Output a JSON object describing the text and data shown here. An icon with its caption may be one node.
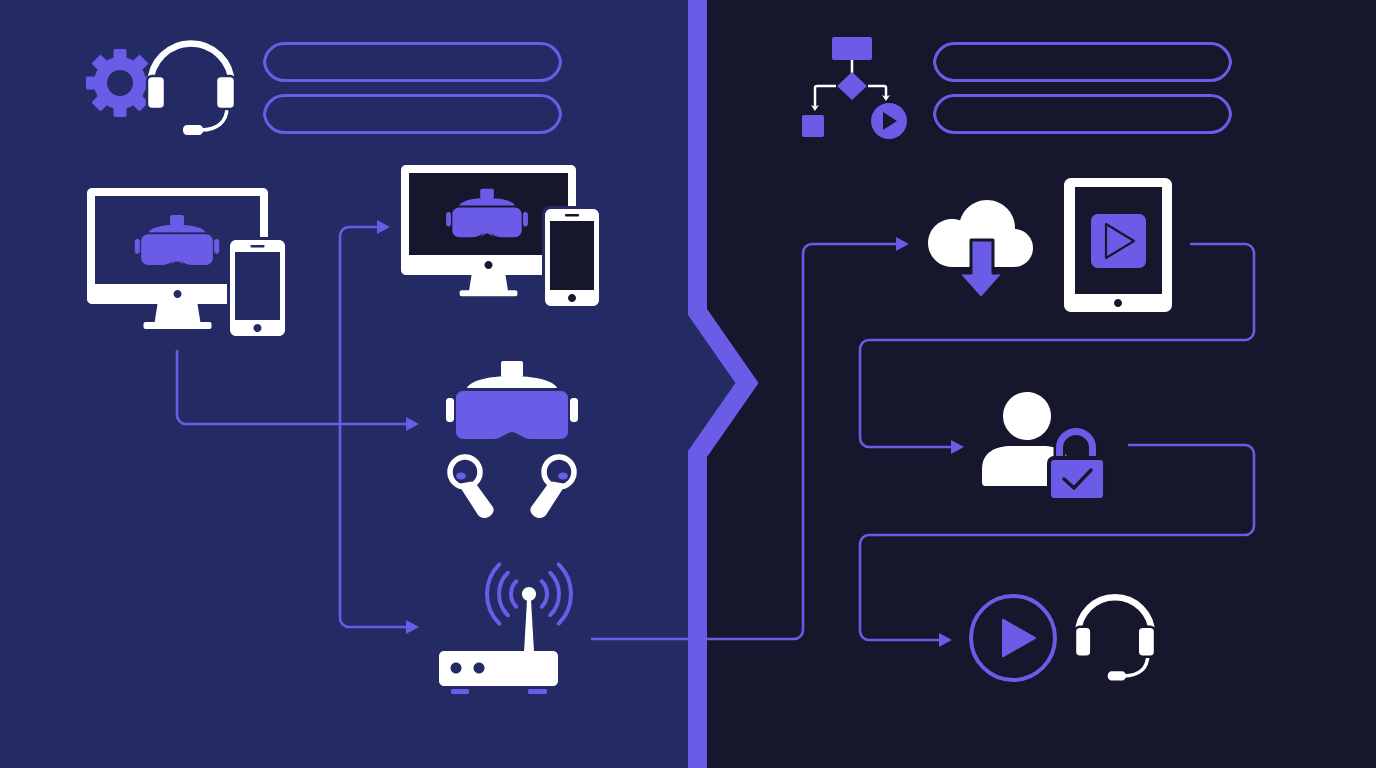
{
  "diagram": {
    "nodes": [
      {
        "text": [],
        "shape": "bar"
      },
      {
        "text": [],
        "shape": "bar"
      },
      {
        "text": [],
        "shape": "picture"
      },
      {
        "text": [],
        "shape": "picture"
      },
      {
        "text": [],
        "shape": "picture"
      },
      {
        "text": [],
        "shape": "picture"
      },
      {
        "text": [],
        "shape": "bar"
      },
      {
        "text": [],
        "shape": "bar"
      },
      {
        "text": [],
        "shape": "picture"
      },
      {
        "text": [],
        "shape": "picture"
      },
      {
        "text": [],
        "shape": "picture"
      },
      {
        "text": [],
        "shape": "picture"
      }
    ],
    "edges": [
      {
        "from": 2,
        "to": 4,
        "arrow": "to"
      },
      {
        "from": 3,
        "to": 5,
        "arrow": "both"
      },
      {
        "from": 5,
        "to": 8,
        "arrow": "to"
      },
      {
        "from": 9,
        "to": 10,
        "arrow": "to"
      },
      {
        "from": 10,
        "to": 11,
        "arrow": "to"
      }
    ]
  }
}
